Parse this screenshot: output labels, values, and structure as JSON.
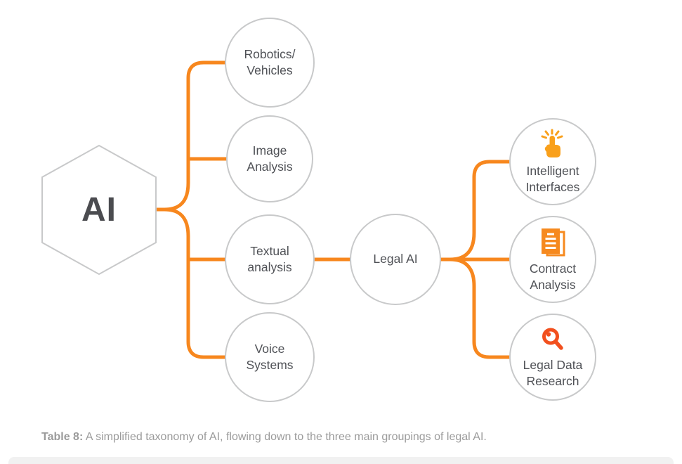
{
  "diagram": {
    "root": {
      "label": "AI"
    },
    "level1": [
      {
        "id": "robotics",
        "label": "Robotics/\nVehicles"
      },
      {
        "id": "image",
        "label": "Image\nAnalysis"
      },
      {
        "id": "textual",
        "label": "Textual\nanalysis"
      },
      {
        "id": "voice",
        "label": "Voice\nSystems"
      }
    ],
    "level2": [
      {
        "id": "legal",
        "label": "Legal AI"
      }
    ],
    "level3": [
      {
        "id": "intelligent",
        "label": "Intelligent\nInterfaces",
        "icon": "tap-hand-icon"
      },
      {
        "id": "contract",
        "label": "Contract\nAnalysis",
        "icon": "document-stack-icon"
      },
      {
        "id": "research",
        "label": "Legal Data\nResearch",
        "icon": "magnifier-icon"
      }
    ]
  },
  "caption": {
    "prefix": "Table 8:",
    "text": " A simplified taxonomy of AI, flowing down to the three main groupings of legal AI."
  },
  "colors": {
    "accent": "#F7871E",
    "icon_hand": "#F9A01B",
    "icon_document": "#F6891E",
    "icon_magnifier": "#F2501E",
    "node_border": "#C8C9CA",
    "node_text": "#4F5156",
    "root_text": "#4B4C50",
    "caption_text": "#9B9B9B",
    "footer_strip": "#F1F1F1"
  }
}
